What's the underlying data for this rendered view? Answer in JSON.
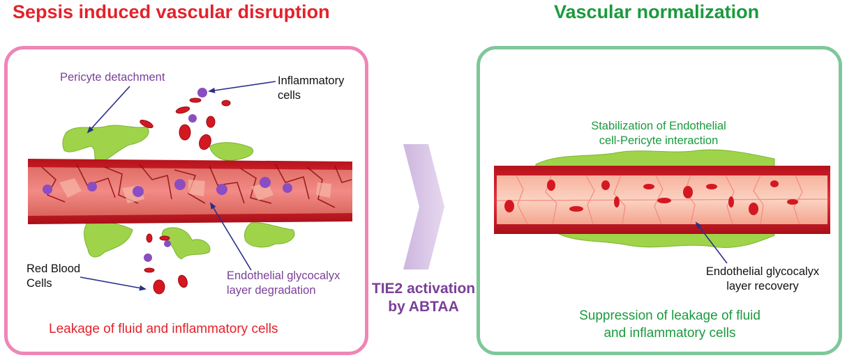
{
  "left_panel": {
    "title": "Sepsis induced vascular disruption",
    "labels": {
      "pericyte": "Pericyte detachment",
      "inflammatory_line1": "Inflammatory",
      "inflammatory_line2": "cells",
      "rbc_line1": "Red Blood",
      "rbc_line2": "Cells",
      "glyco_line1": "Endothelial glycocalyx",
      "glyco_line2": "layer degradation"
    },
    "caption": "Leakage of fluid and inflammatory cells"
  },
  "middle": {
    "line1": "TIE2 activation",
    "line2": "by ABTAA"
  },
  "right_panel": {
    "title": "Vascular normalization",
    "labels": {
      "stabilization_line1": "Stabilization of Endothelial",
      "stabilization_line2": "cell-Pericyte interaction",
      "glyco_line1": "Endothelial glycocalyx",
      "glyco_line2": "layer recovery"
    },
    "caption_line1": "Suppression of leakage of fluid",
    "caption_line2": "and inflammatory cells"
  },
  "colors": {
    "disruption_red": "#e3222b",
    "normal_green": "#1a9a3e",
    "left_border": "#ee86b6",
    "right_border": "#7fc79a",
    "label_purple": "#7a3f98",
    "arrow_navy": "#2b2f86",
    "pericyte_green": "#9fd44a",
    "chevron_lavender": "#d8c4e4"
  }
}
